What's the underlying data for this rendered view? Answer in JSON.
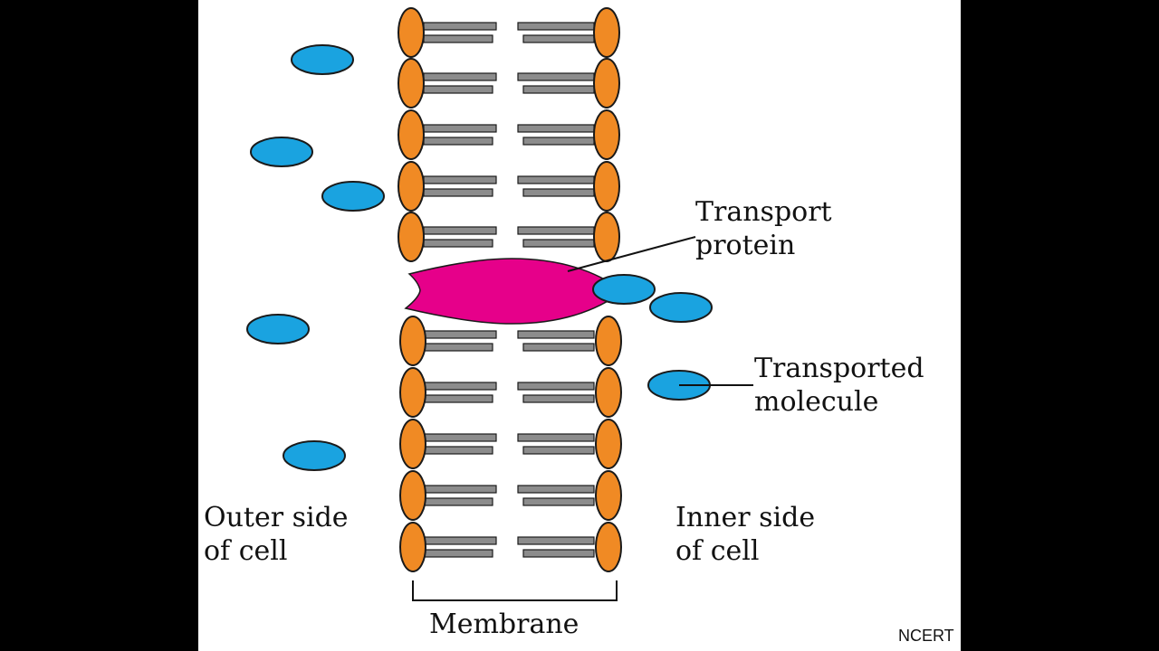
{
  "labels": {
    "transport_protein": [
      "Transport",
      "protein"
    ],
    "transported_molecule": [
      "Transported",
      "molecule"
    ],
    "outer_side": [
      "Outer side",
      "of cell"
    ],
    "inner_side": [
      "Inner side",
      "of cell"
    ],
    "membrane": "Membrane",
    "credit": "NCERT"
  },
  "colors": {
    "background": "#000000",
    "panel": "#ffffff",
    "phospholipid_head": "#f08a24",
    "lipid_tail": "#8c8c8c",
    "transport_protein": "#e6008a",
    "molecule": "#1aa3e0",
    "outline": "#1a1a1a"
  }
}
